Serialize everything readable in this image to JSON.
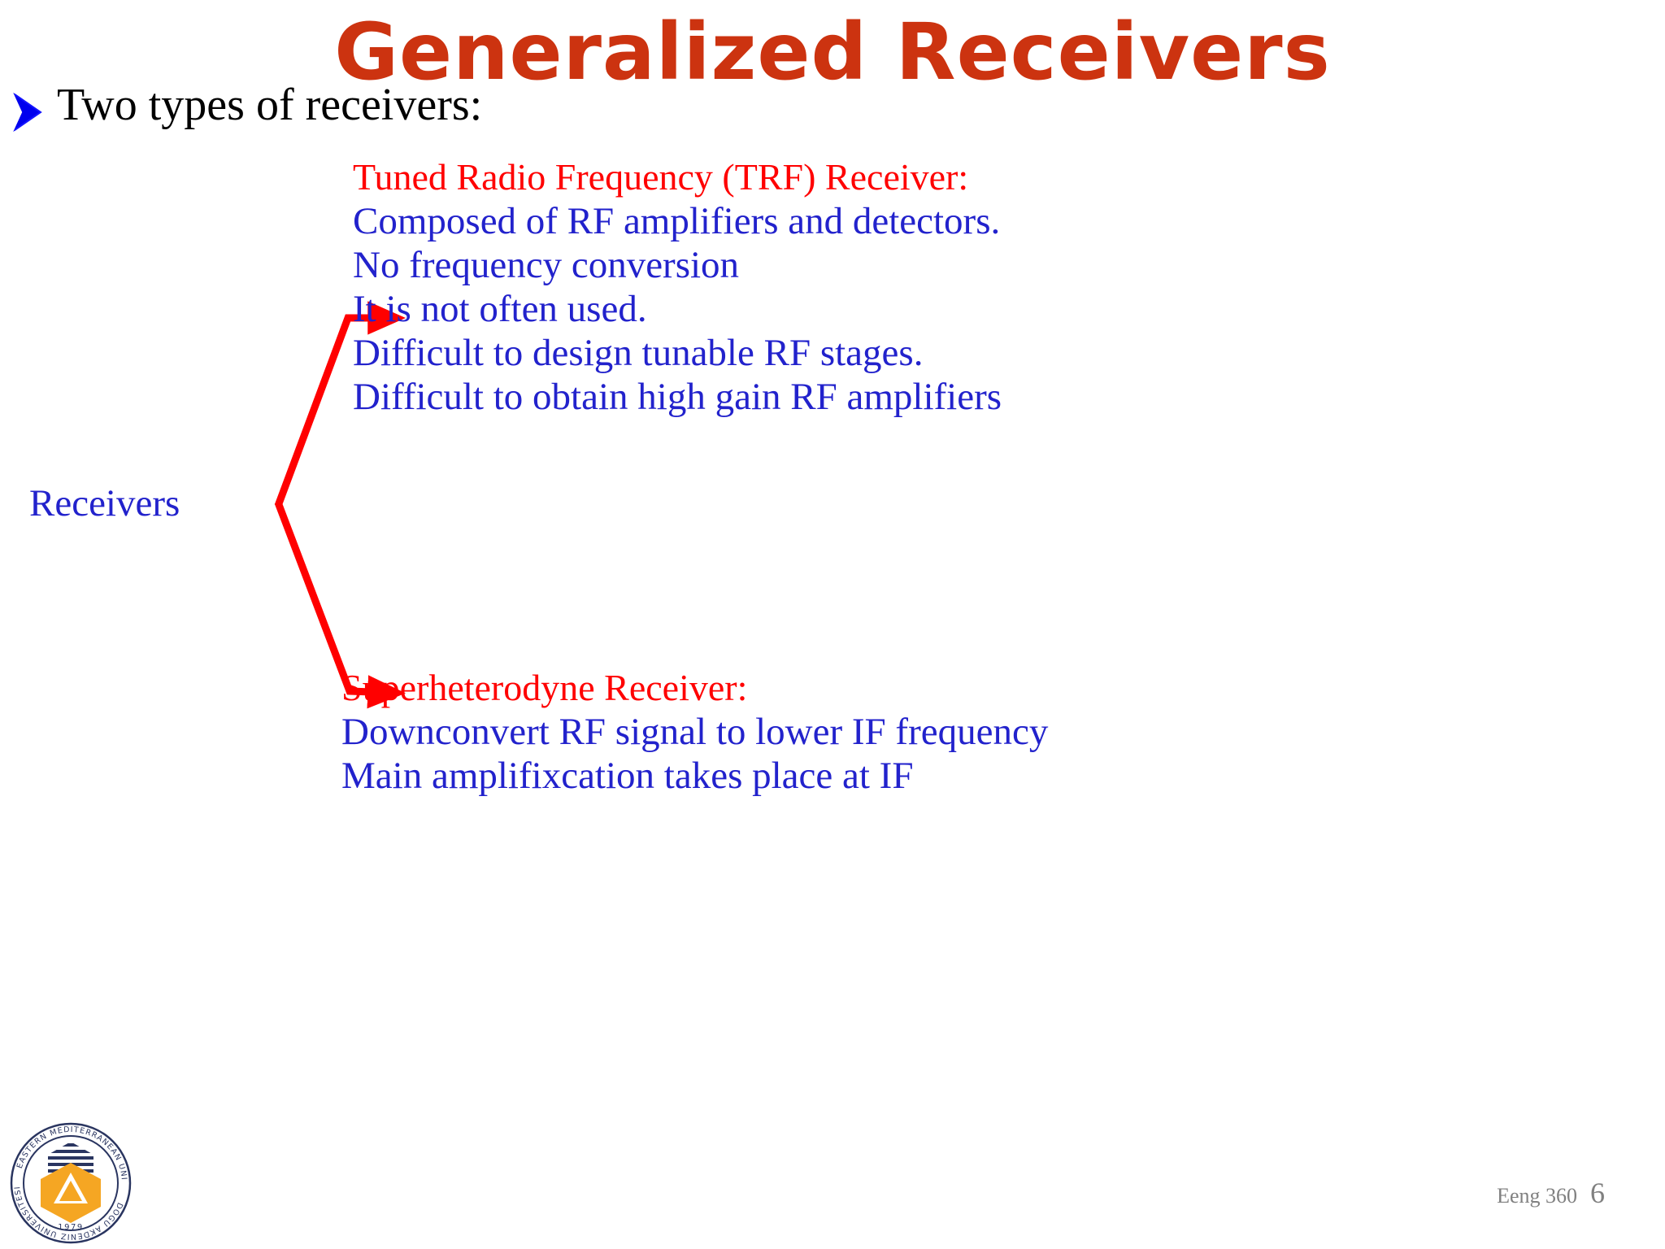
{
  "slide": {
    "title": "Generalized Receivers",
    "title_color": "#CC3310",
    "background": "#ffffff"
  },
  "bullet": {
    "marker_icon": "arrowhead-bullet-icon",
    "text": "Two types of receivers:",
    "text_color": "#000000",
    "marker_color": "#0000EE"
  },
  "diagram": {
    "root_label": "Receivers",
    "root_color": "#2222CC",
    "connector_color": "#FF0000",
    "arrow_icon": "right-arrow-icon",
    "branches": [
      {
        "heading": "Tuned Radio Frequency (TRF) Receiver:",
        "heading_color": "#FF0000",
        "lines": [
          "Composed of RF amplifiers and detectors.",
          "No frequency conversion",
          "It is not often used.",
          "Difficult to design tunable RF stages.",
          "Difficult to obtain high gain RF amplifiers"
        ],
        "line_color": "#2222CC"
      },
      {
        "heading": "Superheterodyne Receiver:",
        "heading_color": "#FF0000",
        "lines": [
          "Downconvert RF signal to lower IF frequency",
          "Main amplifixcation takes place at IF"
        ],
        "line_color": "#2222CC"
      }
    ]
  },
  "footer": {
    "course": "Eeng 360",
    "page": "6",
    "color": "#808080"
  },
  "logo": {
    "name": "eastern-mediterranean-university-logo",
    "outer_text_top": "EASTERN MEDITERRANEAN UNIVERSITY",
    "outer_text_bottom": "DOGU AKDENIZ UNIVERSITESI",
    "year": "1979",
    "ring_color": "#2A3560",
    "hex_color": "#F5A623"
  }
}
